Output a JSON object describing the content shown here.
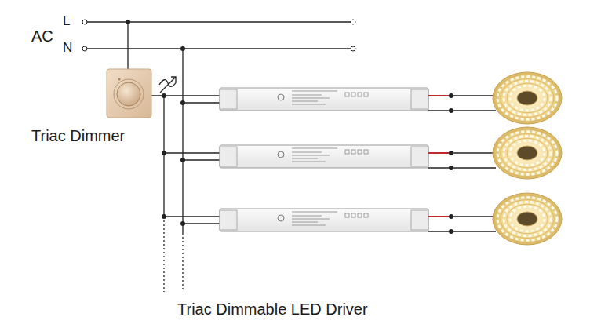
{
  "diagram": {
    "caption": "Triac Dimmable LED Driver",
    "nodes": [
      {
        "text": [
          "Triac Dimmer"
        ]
      }
    ],
    "labels": [
      "AC",
      "L",
      "N"
    ]
  }
}
